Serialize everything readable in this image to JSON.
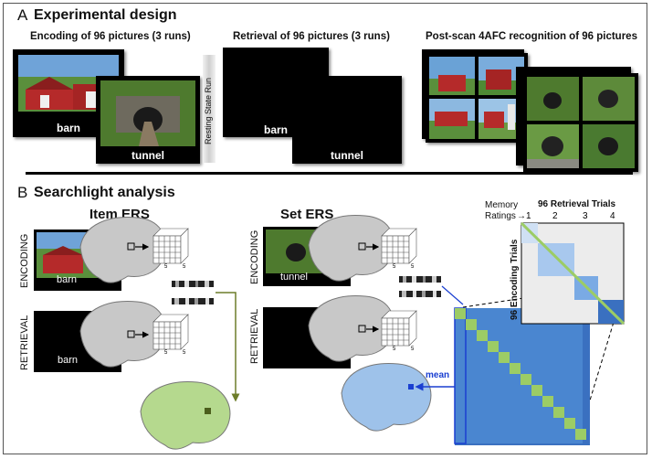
{
  "panelA": {
    "letter": "A",
    "title": "Experimental design",
    "encoding_title": "Encoding of 96 pictures (3 runs)",
    "retrieval_title": "Retrieval of 96 pictures (3 runs)",
    "recognition_title": "Post-scan 4AFC recognition of 96 pictures",
    "resting_label": "Resting State Run",
    "barn": "barn",
    "tunnel": "tunnel"
  },
  "panelB": {
    "letter": "B",
    "title": "Searchlight analysis",
    "item_ers": "Item ERS",
    "set_ers": "Set ERS",
    "encoding": "ENCODING",
    "retrieval": "RETRIEVAL",
    "barn": "barn",
    "tunnel": "tunnel",
    "mean": "mean",
    "grid_tick": "5",
    "matrix": {
      "memory_ratings": "Memory",
      "ratings": "Ratings",
      "retrieval_trials": "96 Retrieval Trials",
      "encoding_trials": "96 Encoding Trials",
      "ratings_values": [
        "1",
        "2",
        "3",
        "4"
      ]
    }
  },
  "colors": {
    "matrix_blue": "#4a86d0",
    "diag_green": "#9ccc65",
    "brain_gray": "#c8c8c8",
    "brain_green": "#b5d98e",
    "brain_blue": "#9ec2ea",
    "arrow_blue": "#1a3fd1",
    "arrow_olive": "#6d7d2a"
  }
}
